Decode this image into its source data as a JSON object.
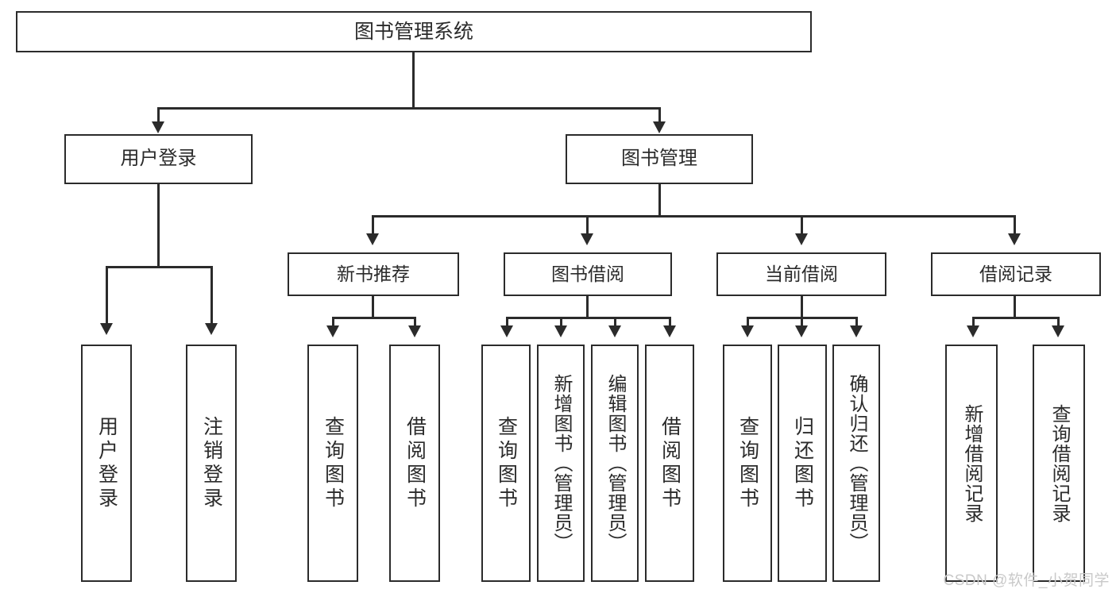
{
  "diagram": {
    "kind": "functional-structure-tree",
    "root": {
      "id": "root",
      "label": "图书管理系统"
    },
    "level2": [
      {
        "id": "login",
        "label": "用户登录"
      },
      {
        "id": "bookmgmt",
        "label": "图书管理"
      }
    ],
    "level3": [
      {
        "id": "newbook",
        "label": "新书推荐",
        "parent": "bookmgmt"
      },
      {
        "id": "borrow",
        "label": "图书借阅",
        "parent": "bookmgmt"
      },
      {
        "id": "current",
        "label": "当前借阅",
        "parent": "bookmgmt"
      },
      {
        "id": "records",
        "label": "借阅记录",
        "parent": "bookmgmt"
      }
    ],
    "leaves": [
      {
        "id": "leaf-user-login",
        "label": "用户登录",
        "parent": "login"
      },
      {
        "id": "leaf-user-logout",
        "label": "注销登录",
        "parent": "login"
      },
      {
        "id": "leaf-query-book-1",
        "label": "查询图书",
        "parent": "newbook"
      },
      {
        "id": "leaf-borrow-book-1",
        "label": "借阅图书",
        "parent": "newbook"
      },
      {
        "id": "leaf-query-book-2",
        "label": "查询图书",
        "parent": "borrow"
      },
      {
        "id": "leaf-add-book",
        "label": "新增图书（管理员）",
        "parent": "borrow"
      },
      {
        "id": "leaf-edit-book",
        "label": "编辑图书（管理员）",
        "parent": "borrow"
      },
      {
        "id": "leaf-borrow-book-2",
        "label": "借阅图书",
        "parent": "borrow"
      },
      {
        "id": "leaf-query-book-3",
        "label": "查询图书",
        "parent": "current"
      },
      {
        "id": "leaf-return-book",
        "label": "归还图书",
        "parent": "current"
      },
      {
        "id": "leaf-confirm-return",
        "label": "确认归还（管理员）",
        "parent": "current"
      },
      {
        "id": "leaf-add-record",
        "label": "新增借阅记录",
        "parent": "records"
      },
      {
        "id": "leaf-query-record",
        "label": "查询借阅记录",
        "parent": "records"
      }
    ]
  },
  "watermark": {
    "text": "CSDN @软件_小贺同学"
  },
  "colors": {
    "stroke": "#2b2b2b",
    "fill": "#ffffff",
    "text": "#2b2b2b",
    "watermark": "#c9c9c9",
    "background": "#ffffff"
  }
}
